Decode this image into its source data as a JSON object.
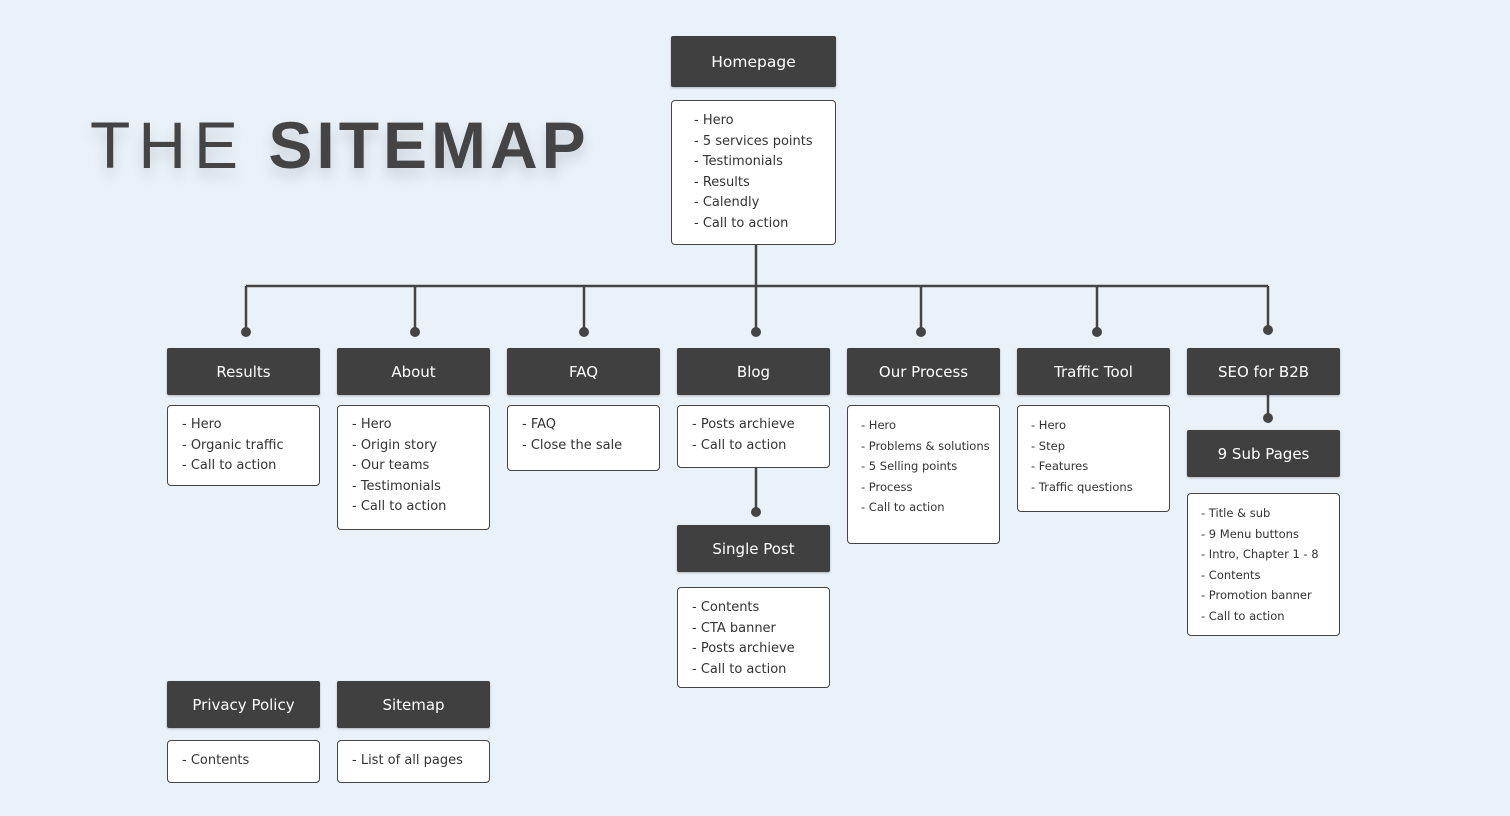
{
  "title": {
    "light": "THE",
    "bold": "SITEMAP"
  },
  "homepage": {
    "label": "Homepage",
    "items": [
      "- Hero",
      "- 5 services points",
      "- Testimonials",
      "- Results",
      "- Calendly",
      "- Call to action"
    ]
  },
  "pages": [
    {
      "label": "Results",
      "items": [
        "- Hero",
        "- Organic traffic",
        "- Call to action"
      ]
    },
    {
      "label": "About",
      "items": [
        "- Hero",
        "- Origin story",
        "- Our teams",
        "- Testimonials",
        "- Call to action"
      ]
    },
    {
      "label": "FAQ",
      "items": [
        "- FAQ",
        "- Close the sale"
      ]
    },
    {
      "label": "Blog",
      "items": [
        "- Posts archieve",
        "- Call to action"
      ]
    },
    {
      "label": "Our Process",
      "items": [
        "- Hero",
        "- Problems & solutions",
        "- 5 Selling points",
        "- Process",
        "- Call to action"
      ]
    },
    {
      "label": "Traffic Tool",
      "items": [
        "- Hero",
        "- Step",
        "- Features",
        "- Traffic questions"
      ]
    },
    {
      "label": "SEO for B2B",
      "items": []
    }
  ],
  "single_post": {
    "label": "Single Post",
    "items": [
      "- Contents",
      "- CTA banner",
      "- Posts archieve",
      "- Call to action"
    ]
  },
  "sub_pages": {
    "label": "9 Sub Pages",
    "items": [
      "- Title & sub",
      "- 9 Menu buttons",
      "- Intro, Chapter 1  - 8",
      "- Contents",
      "- Promotion banner",
      "- Call to action"
    ]
  },
  "privacy": {
    "label": "Privacy Policy",
    "items": [
      "- Contents"
    ]
  },
  "sitemap": {
    "label": "Sitemap",
    "items": [
      "- List of all pages"
    ]
  },
  "colors": {
    "background": "#e9f1f9",
    "node": "#404040",
    "line": "#444444"
  }
}
